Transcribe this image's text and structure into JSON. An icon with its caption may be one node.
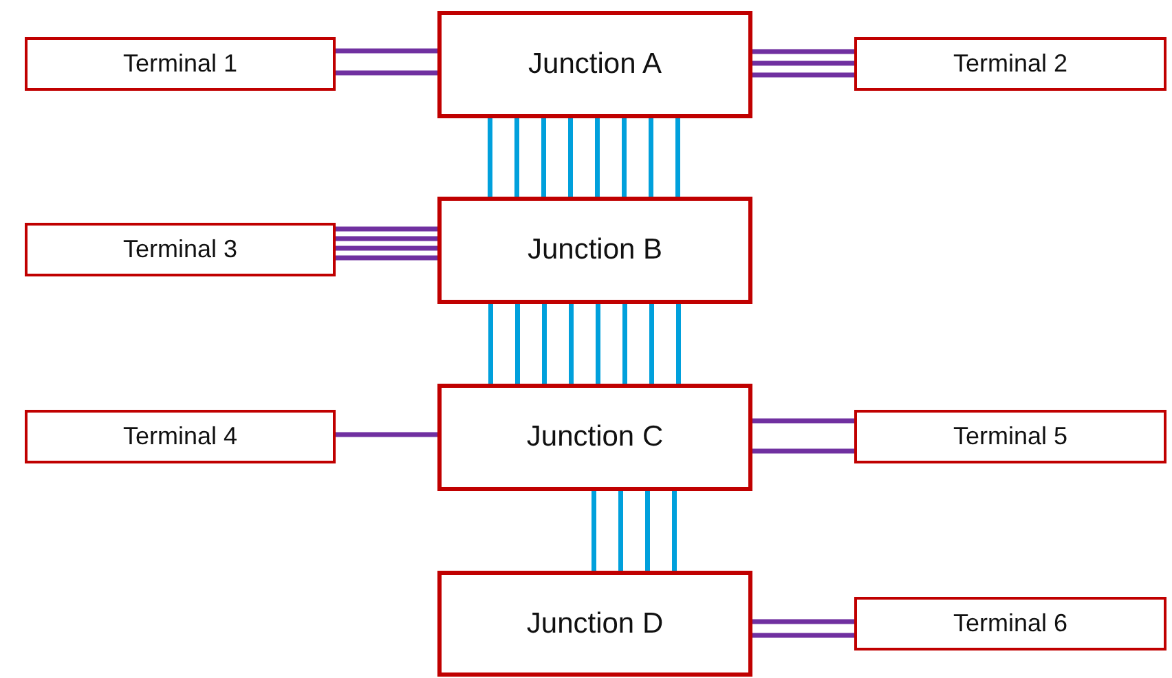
{
  "diagram": {
    "nodes": [
      {
        "text": [
          "Terminal 1"
        ]
      },
      {
        "text": [
          "Junction A"
        ]
      },
      {
        "text": [
          "Terminal 2"
        ]
      },
      {
        "text": [
          "Terminal 3"
        ]
      },
      {
        "text": [
          "Junction B"
        ]
      },
      {
        "text": [
          "Terminal 4"
        ]
      },
      {
        "text": [
          "Junction C"
        ]
      },
      {
        "text": [
          "Terminal 5"
        ]
      },
      {
        "text": [
          "Junction D"
        ]
      },
      {
        "text": [
          "Terminal 6"
        ]
      }
    ],
    "edges": [
      {
        "from": 0,
        "to": 1,
        "arrow": "none",
        "color": "#7030a0"
      },
      {
        "from": 0,
        "to": 1,
        "arrow": "none",
        "color": "#7030a0"
      },
      {
        "from": 1,
        "to": 2,
        "arrow": "none",
        "color": "#7030a0"
      },
      {
        "from": 1,
        "to": 2,
        "arrow": "none",
        "color": "#7030a0"
      },
      {
        "from": 1,
        "to": 2,
        "arrow": "none",
        "color": "#7030a0"
      },
      {
        "from": 1,
        "to": 4,
        "arrow": "none"
      },
      {
        "from": 1,
        "to": 4,
        "arrow": "none"
      },
      {
        "from": 1,
        "to": 4,
        "arrow": "none"
      },
      {
        "from": 1,
        "to": 4,
        "arrow": "none"
      },
      {
        "from": 1,
        "to": 4,
        "arrow": "none"
      },
      {
        "from": 1,
        "to": 4,
        "arrow": "none"
      },
      {
        "from": 1,
        "to": 4,
        "arrow": "none"
      },
      {
        "from": 1,
        "to": 4,
        "arrow": "none"
      },
      {
        "from": 3,
        "to": 4,
        "arrow": "none",
        "color": "#7030a0"
      },
      {
        "from": 3,
        "to": 4,
        "arrow": "none",
        "color": "#7030a0"
      },
      {
        "from": 3,
        "to": 4,
        "arrow": "none",
        "color": "#7030a0"
      },
      {
        "from": 3,
        "to": 4,
        "arrow": "none",
        "color": "#7030a0"
      },
      {
        "from": 4,
        "to": 6,
        "arrow": "none"
      },
      {
        "from": 4,
        "to": 6,
        "arrow": "none"
      },
      {
        "from": 4,
        "to": 6,
        "arrow": "none"
      },
      {
        "from": 4,
        "to": 6,
        "arrow": "none"
      },
      {
        "from": 4,
        "to": 6,
        "arrow": "none"
      },
      {
        "from": 4,
        "to": 6,
        "arrow": "none"
      },
      {
        "from": 4,
        "to": 6,
        "arrow": "none"
      },
      {
        "from": 4,
        "to": 6,
        "arrow": "none"
      },
      {
        "from": 5,
        "to": 6,
        "arrow": "none",
        "color": "#7030a0"
      },
      {
        "from": 6,
        "to": 7,
        "arrow": "none",
        "color": "#7030a0"
      },
      {
        "from": 6,
        "to": 7,
        "arrow": "none",
        "color": "#7030a0"
      },
      {
        "from": 6,
        "to": 8,
        "arrow": "none"
      },
      {
        "from": 6,
        "to": 8,
        "arrow": "none"
      },
      {
        "from": 6,
        "to": 8,
        "arrow": "none"
      },
      {
        "from": 6,
        "to": 8,
        "arrow": "none"
      },
      {
        "from": 8,
        "to": 9,
        "arrow": "none",
        "color": "#7030a0"
      },
      {
        "from": 8,
        "to": 9,
        "arrow": "none",
        "color": "#7030a0"
      }
    ]
  }
}
